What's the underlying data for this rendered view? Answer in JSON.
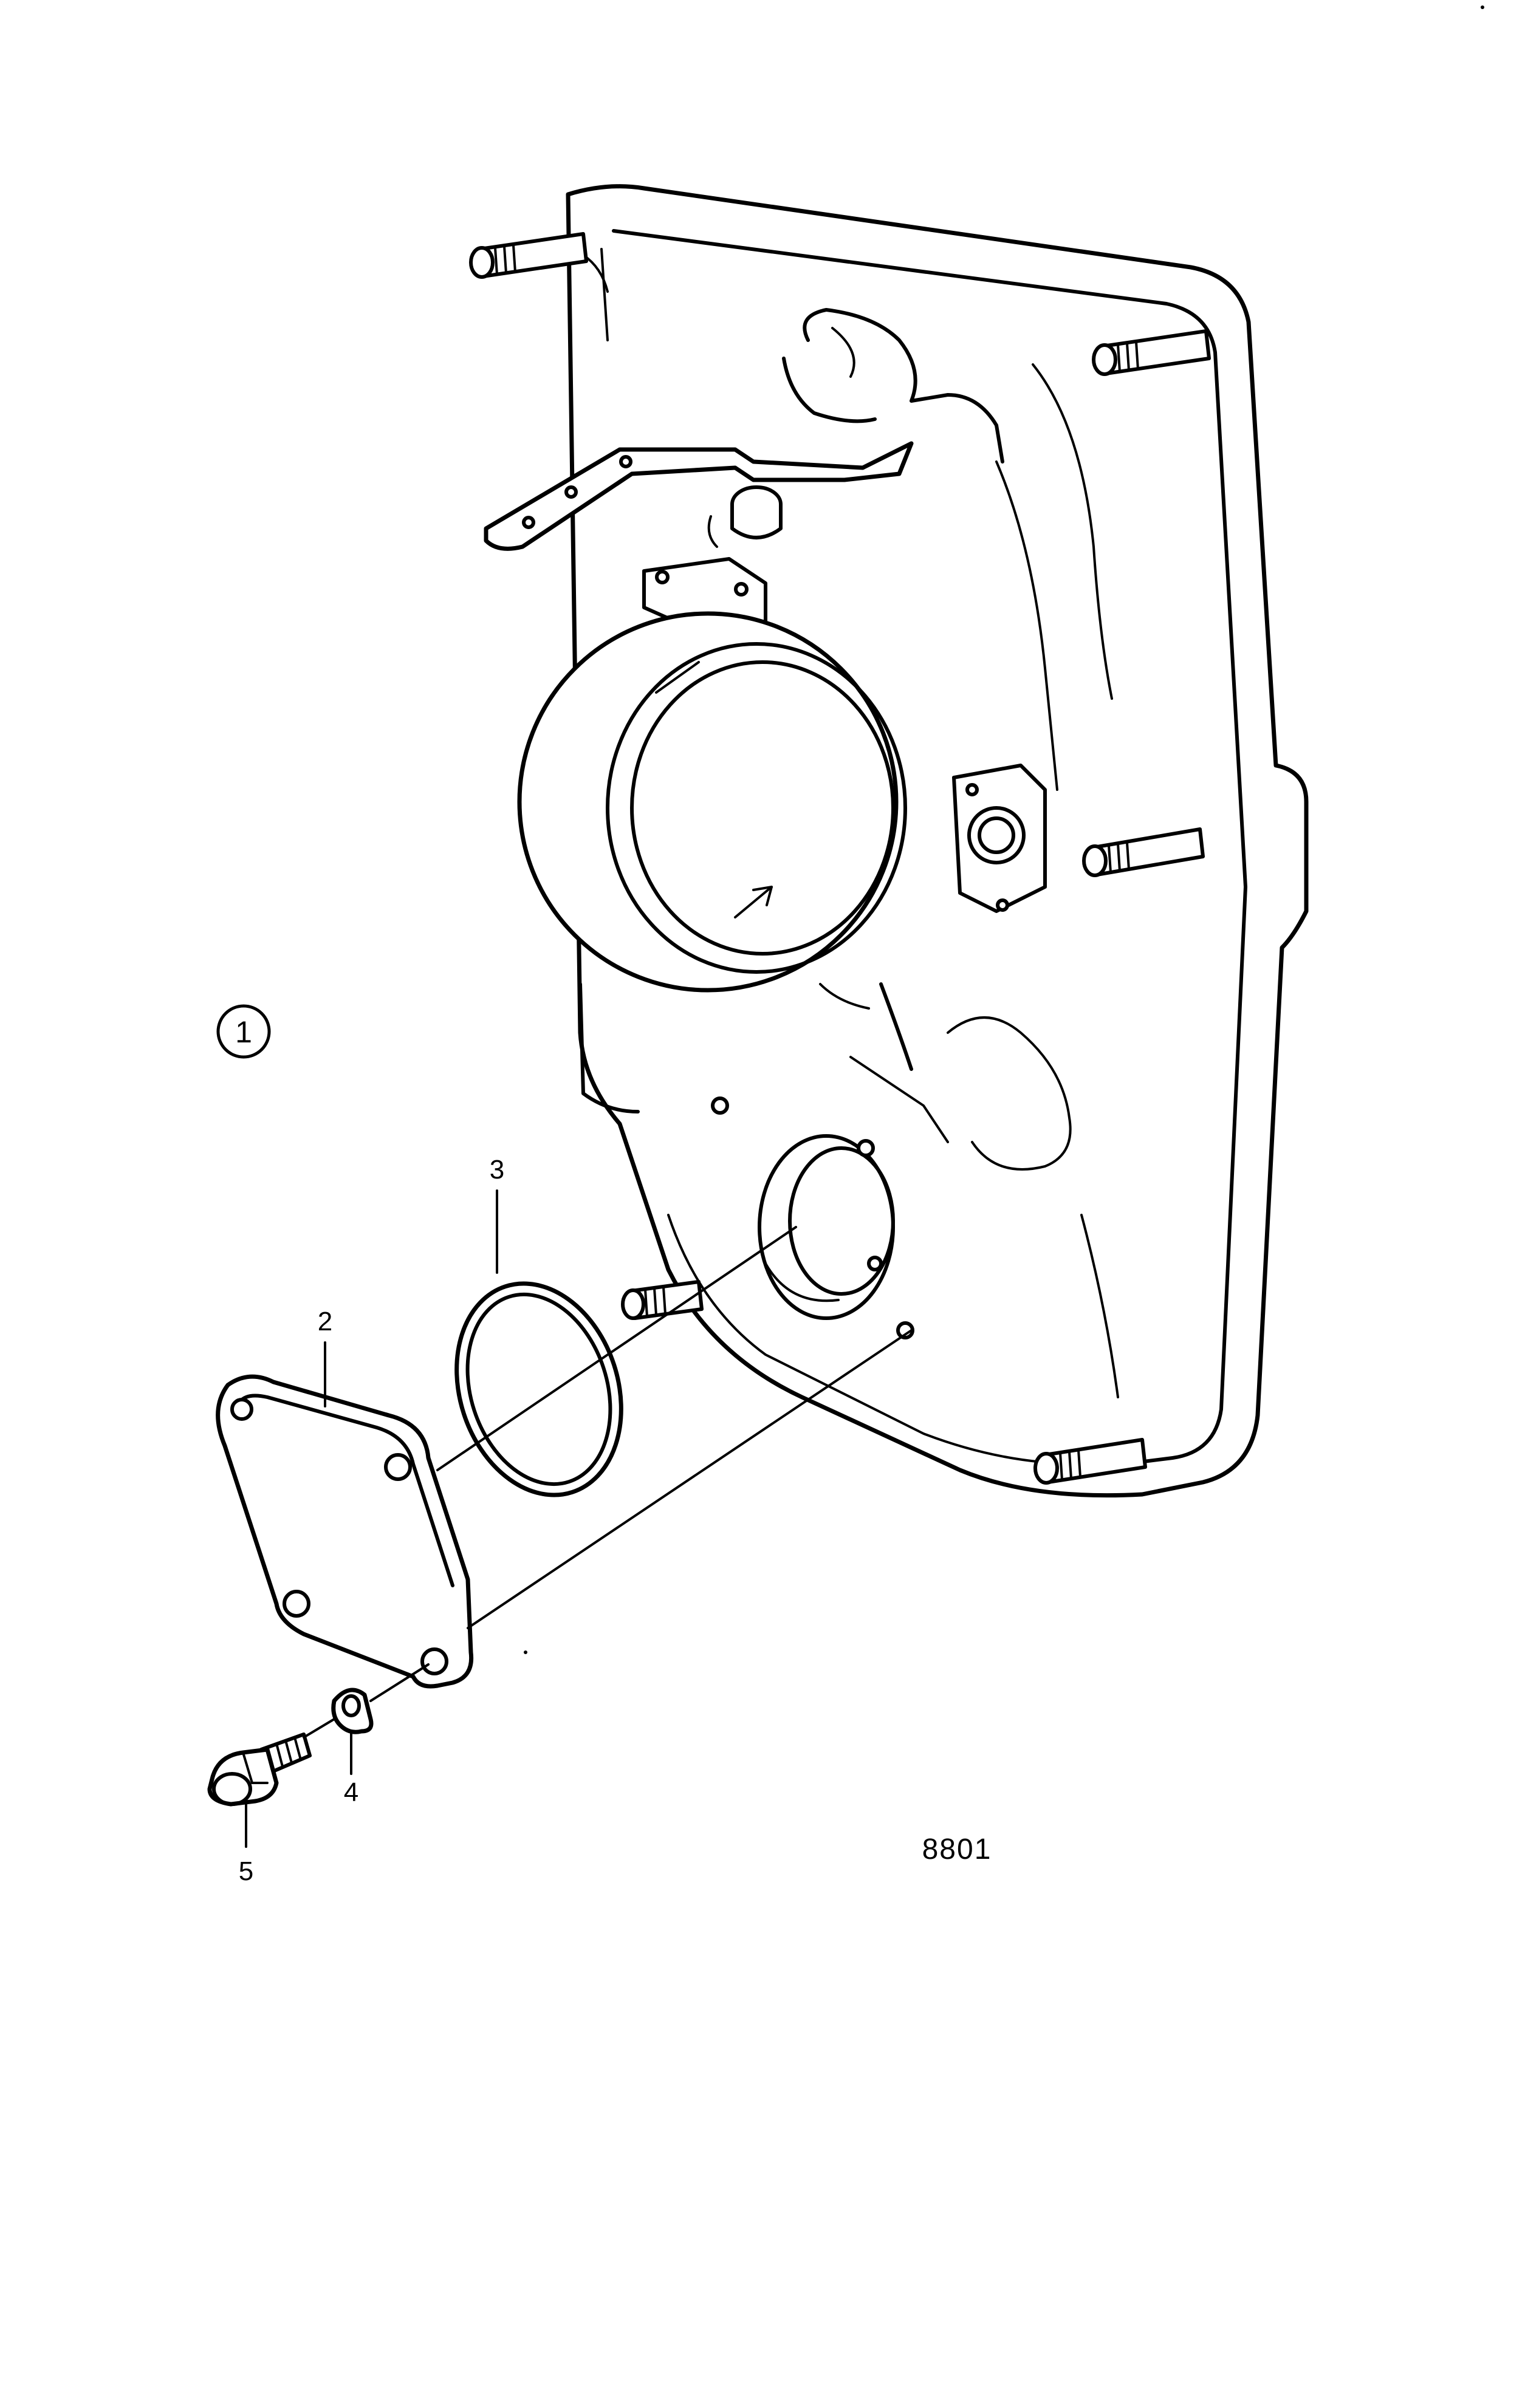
{
  "diagram": {
    "assembly_callout": "1",
    "callouts": {
      "cover": "2",
      "o_ring": "3",
      "lock_washer": "4",
      "bolt": "5"
    },
    "figure_number": "8801"
  }
}
